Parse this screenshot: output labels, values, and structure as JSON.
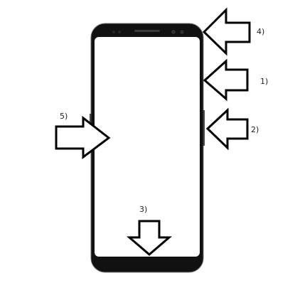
{
  "diagram": {
    "phone": {
      "body_color": "#111111",
      "screen_color": "#ffffff"
    },
    "callouts": [
      {
        "label": "4)",
        "arrow_direction": "left"
      },
      {
        "label": "1)",
        "arrow_direction": "left"
      },
      {
        "label": "2)",
        "arrow_direction": "left"
      },
      {
        "label": "3)",
        "arrow_direction": "down"
      },
      {
        "label": "5)",
        "arrow_direction": "right"
      }
    ]
  }
}
